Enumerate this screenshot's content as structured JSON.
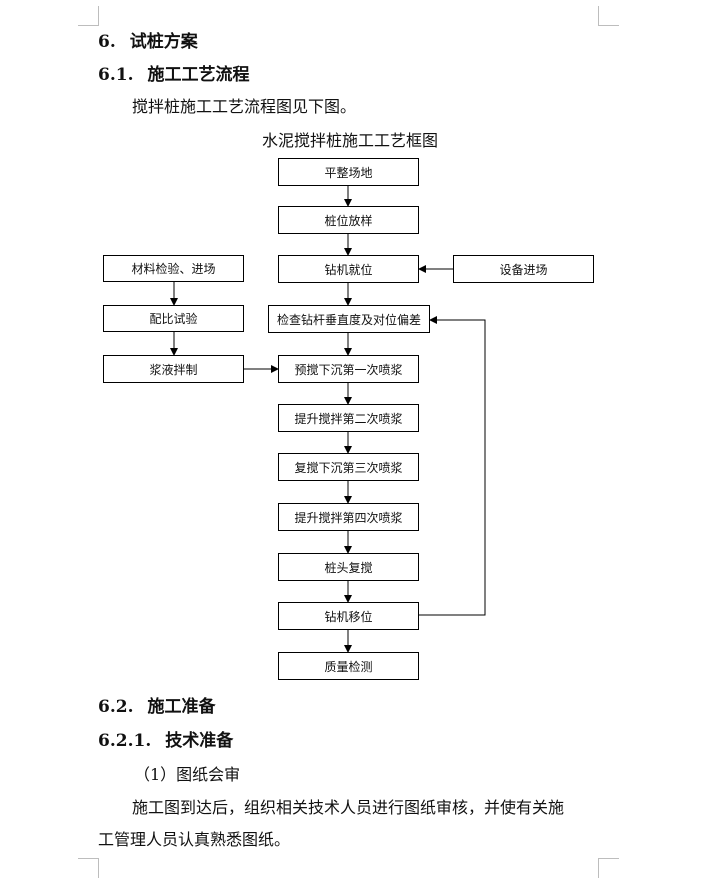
{
  "section": {
    "number": "6.",
    "title": "试桩方案"
  },
  "subsection1": {
    "number": "6.1.",
    "title": "施工工艺流程"
  },
  "intro": "搅拌桩施工工艺流程图见下图。",
  "figure": {
    "title": "水泥搅拌桩施工工艺框图",
    "main_steps": [
      "平整场地",
      "桩位放样",
      "钻机就位",
      "检查钻杆垂直度及对位偏差",
      "预搅下沉第一次喷浆",
      "提升搅拌第二次喷浆",
      "复搅下沉第三次喷浆",
      "提升搅拌第四次喷浆",
      "桩头复搅",
      "钻机移位",
      "质量检测"
    ],
    "left_steps": [
      "材料检验、进场",
      "配比试验",
      "浆液拌制"
    ],
    "right_step": "设备进场"
  },
  "subsection2": {
    "number": "6.2.",
    "title": "施工准备"
  },
  "subsection3": {
    "number": "6.2.1.",
    "title": "技术准备"
  },
  "item1": "（1）图纸会审",
  "body_line1": "施工图到达后，组织相关技术人员进行图纸审核，并使有关施",
  "body_line2": "工管理人员认真熟悉图纸。"
}
